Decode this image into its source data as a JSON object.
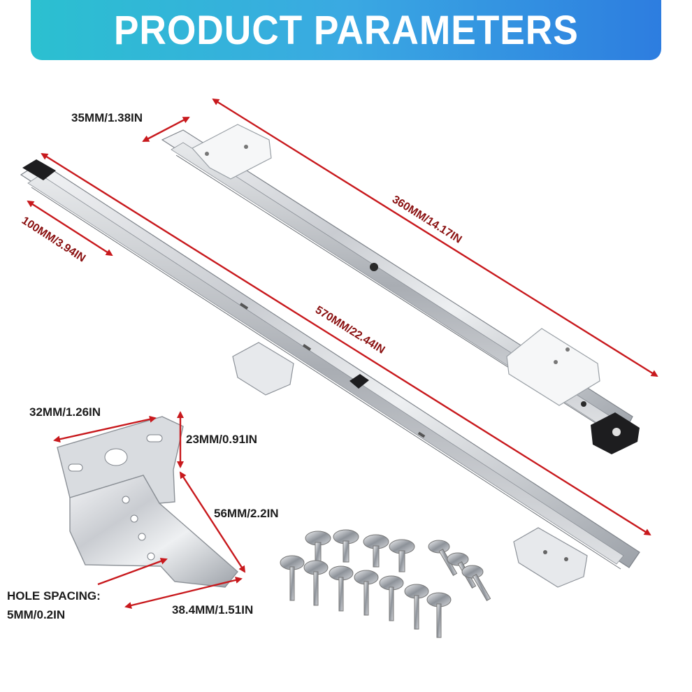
{
  "banner": {
    "title": "PRODUCT PARAMETERS"
  },
  "dimensions": {
    "rail_width": "35MM/1.38IN",
    "short_rail_length": "360MM/14.17IN",
    "front_extension": "100MM/3.94IN",
    "long_rail_length": "570MM/22.44IN",
    "bracket_width": "32MM/1.26IN",
    "bracket_height": "23MM/0.91IN",
    "bracket_depth": "56MM/2.2IN",
    "bracket_base": "38.4MM/1.51IN",
    "hole_spacing_label": "HOLE SPACING:",
    "hole_spacing_value": "5MM/0.2IN"
  },
  "colors": {
    "accent": "#c8191d",
    "banner_start": "#2bc0d0",
    "banner_end": "#2d7de0"
  },
  "items": {
    "screw_count": 14
  }
}
